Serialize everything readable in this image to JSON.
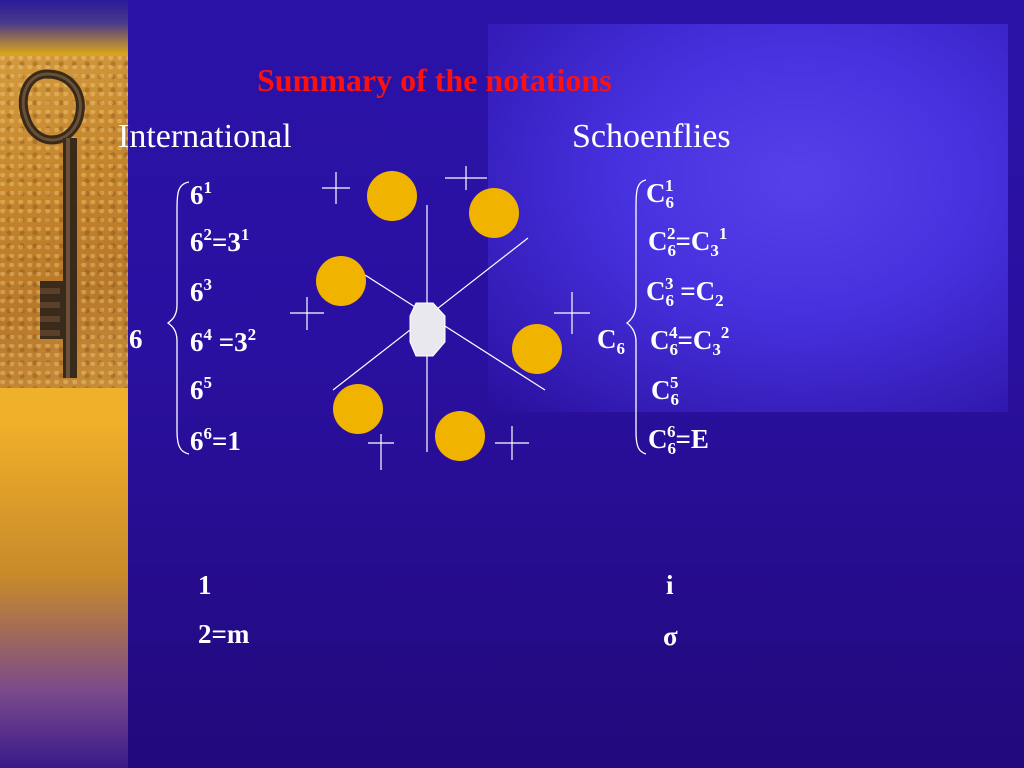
{
  "slide": {
    "title": "Summary of the notations",
    "headers": {
      "international": "International",
      "schoenflies": "Schoenflies"
    }
  },
  "international": {
    "group_label": "6",
    "rows": [
      {
        "base": "6",
        "sup": "1",
        "rest": ""
      },
      {
        "base": "6",
        "sup": "2",
        "rest": "=3",
        "sup2": "1"
      },
      {
        "base": "6",
        "sup": "3",
        "rest": ""
      },
      {
        "base": "6",
        "sup": "4",
        "rest": " =3",
        "sup2": "2"
      },
      {
        "base": "6",
        "sup": "5",
        "rest": ""
      },
      {
        "base": "6",
        "sup": "6",
        "rest": "=1"
      }
    ],
    "extra": [
      "1",
      "2=m"
    ]
  },
  "schoenflies": {
    "group_label": {
      "base": "C",
      "sub": "6"
    },
    "rows": [
      {
        "base": "C",
        "sub": "6",
        "sup": "1",
        "rest": ""
      },
      {
        "base": "C",
        "sub": "6",
        "sup": "2",
        "rest": "=C",
        "sub2": "3",
        "sup2": "1"
      },
      {
        "base": "C",
        "sub": "6",
        "sup": "3",
        "rest": " =C",
        "sub2": "2"
      },
      {
        "base": "C",
        "sub": "6",
        "sup": "4",
        "rest": "=C",
        "sub2": "3",
        "sup2": "2"
      },
      {
        "base": "C",
        "sub": "6",
        "sup": "5",
        "rest": ""
      },
      {
        "base": "C",
        "sub": "6",
        "sup": "6",
        "rest": "=E"
      }
    ],
    "extra": [
      "i",
      "σ"
    ]
  },
  "colors": {
    "title": "#ff1010",
    "circle_fill": "#f0b400",
    "background": "#2b13a8",
    "text": "#ffffff"
  },
  "decoration": {
    "image": "old-key-image",
    "diagram": "six-fold-rotation-diagram"
  }
}
